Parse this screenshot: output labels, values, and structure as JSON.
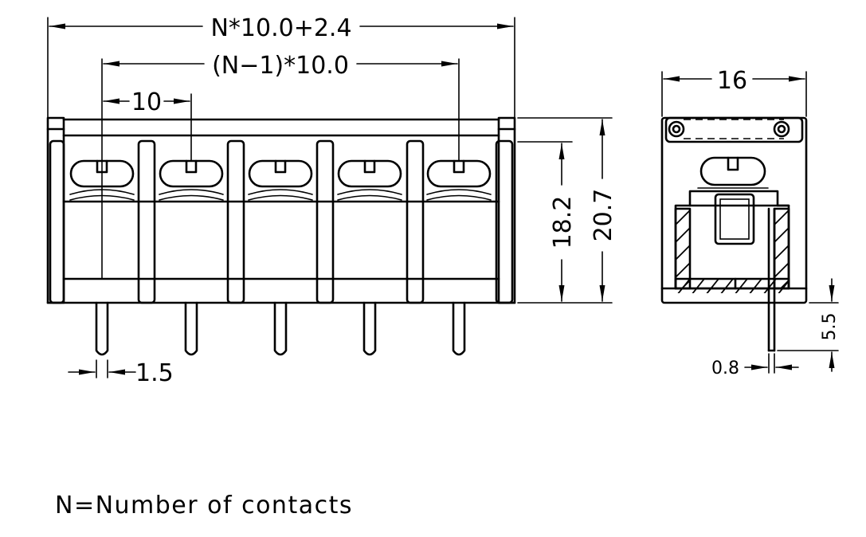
{
  "front_view": {
    "dim_total_width": "N*10.0+2.4",
    "dim_end_pitch": "(N−1)*10.0",
    "dim_pitch": "10",
    "dim_height_18": "18.2",
    "dim_height_20": "20.7",
    "dim_pin_width": "1.5"
  },
  "side_view": {
    "dim_depth": "16",
    "dim_pin_length": "5.5",
    "dim_pin_thickness": "0.8"
  },
  "legend": {
    "note": "N=Number of contacts"
  }
}
